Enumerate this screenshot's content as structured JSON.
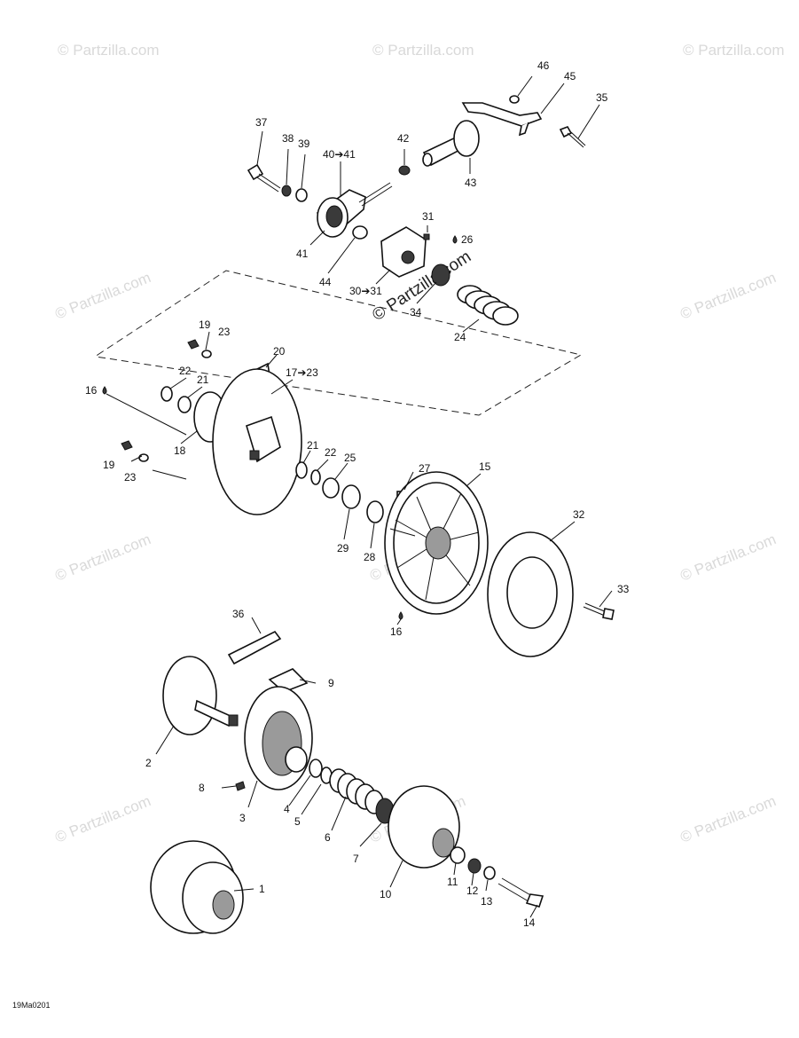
{
  "watermark": "© Partzilla.com",
  "center_watermark": "© Partzilla.com",
  "drawing_code": "19Ma0201",
  "labels": {
    "l46": "46",
    "l45": "45",
    "l35": "35",
    "l37": "37",
    "l38": "38",
    "l39": "39",
    "l40": "40➔41",
    "l42": "42",
    "l43": "43",
    "l31": "31",
    "l26": "26",
    "l41": "41",
    "l44": "44",
    "l30": "30➔31",
    "l34": "34",
    "l24": "24",
    "l19a": "19",
    "l23a": "23",
    "l20": "20",
    "l17": "17➔23",
    "l22a": "22",
    "l21a": "21",
    "l16a": "16",
    "l18": "18",
    "l19b": "19",
    "l23b": "23",
    "l21b": "21",
    "l22b": "22",
    "l25": "25",
    "l27": "27",
    "l15": "15",
    "l29": "29",
    "l28": "28",
    "l32": "32",
    "l33": "33",
    "l16b": "16",
    "l36": "36",
    "l9": "9",
    "l2": "2",
    "l8": "8",
    "l3": "3",
    "l4": "4",
    "l5": "5",
    "l6": "6",
    "l7": "7",
    "l10": "10",
    "l11": "11",
    "l12": "12",
    "l13": "13",
    "l14": "14",
    "l1": "1"
  }
}
